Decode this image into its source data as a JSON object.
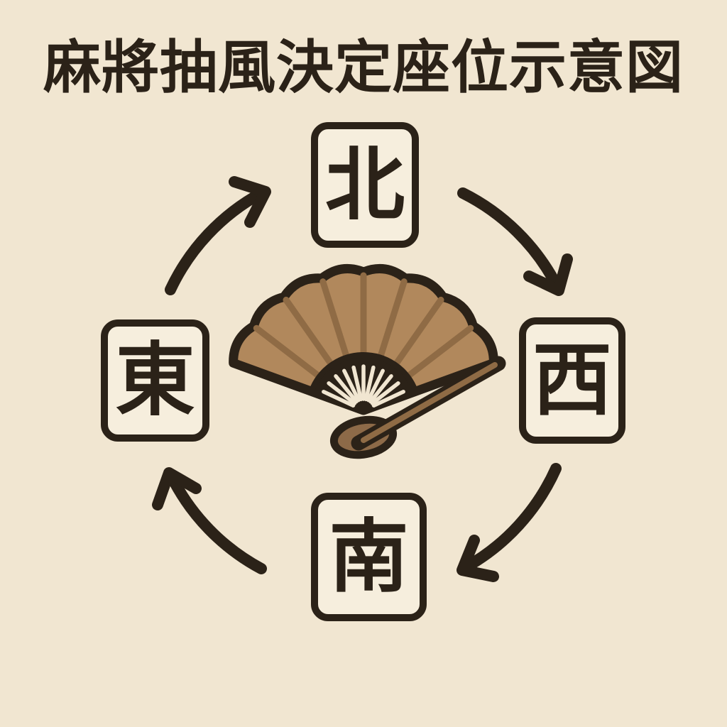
{
  "title": "麻將抽風決定座位示意図",
  "tiles": {
    "north": {
      "label": "北",
      "position": "top"
    },
    "west": {
      "label": "西",
      "position": "right"
    },
    "south": {
      "label": "南",
      "position": "bottom"
    },
    "east": {
      "label": "東",
      "position": "left"
    }
  },
  "center_icon": "folding-fan",
  "rotation": {
    "direction": "clockwise",
    "sequence": [
      "東",
      "北",
      "西",
      "南"
    ]
  },
  "colors": {
    "background": "#f1e6d1",
    "ink": "#2b2218",
    "tile_face": "#f6eedd",
    "fan_leaf": "#b1885c",
    "fan_rib": "#8f6b45",
    "fan_handle": "#8d6a48"
  }
}
